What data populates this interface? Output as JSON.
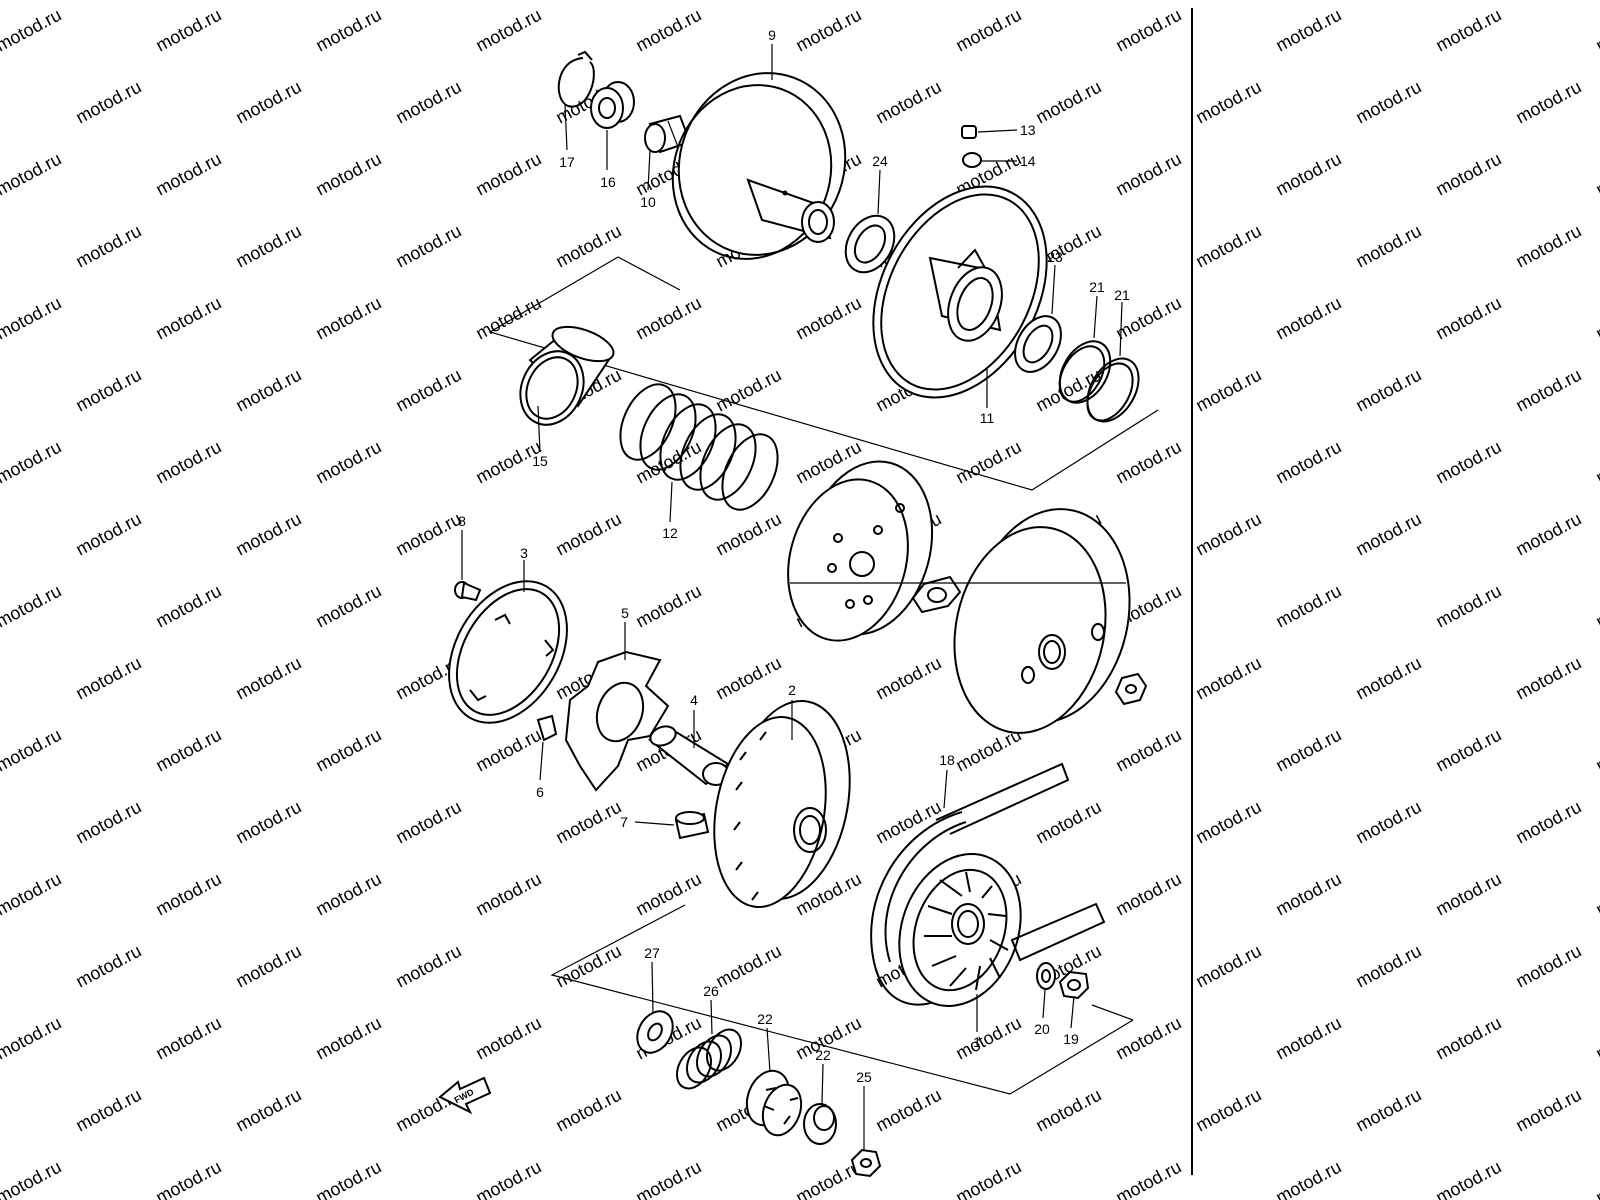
{
  "watermark": {
    "text": "motod.ru"
  },
  "fwd_label": "FWD",
  "callouts": [
    {
      "id": "1",
      "label": "1"
    },
    {
      "id": "2",
      "label": "2"
    },
    {
      "id": "3",
      "label": "3"
    },
    {
      "id": "4",
      "label": "4"
    },
    {
      "id": "5",
      "label": "5"
    },
    {
      "id": "6",
      "label": "6"
    },
    {
      "id": "7",
      "label": "7"
    },
    {
      "id": "8",
      "label": "8"
    },
    {
      "id": "9",
      "label": "9"
    },
    {
      "id": "10",
      "label": "10"
    },
    {
      "id": "11",
      "label": "11"
    },
    {
      "id": "12",
      "label": "12"
    },
    {
      "id": "13",
      "label": "13"
    },
    {
      "id": "14",
      "label": "14"
    },
    {
      "id": "15",
      "label": "15"
    },
    {
      "id": "16",
      "label": "16"
    },
    {
      "id": "17",
      "label": "17"
    },
    {
      "id": "18",
      "label": "18"
    },
    {
      "id": "19",
      "label": "19"
    },
    {
      "id": "20",
      "label": "20"
    },
    {
      "id": "21a",
      "label": "21"
    },
    {
      "id": "21b",
      "label": "21"
    },
    {
      "id": "22a",
      "label": "22"
    },
    {
      "id": "22b",
      "label": "22"
    },
    {
      "id": "23",
      "label": "23"
    },
    {
      "id": "24",
      "label": "24"
    },
    {
      "id": "25",
      "label": "25"
    },
    {
      "id": "26",
      "label": "26"
    },
    {
      "id": "27",
      "label": "27"
    }
  ]
}
